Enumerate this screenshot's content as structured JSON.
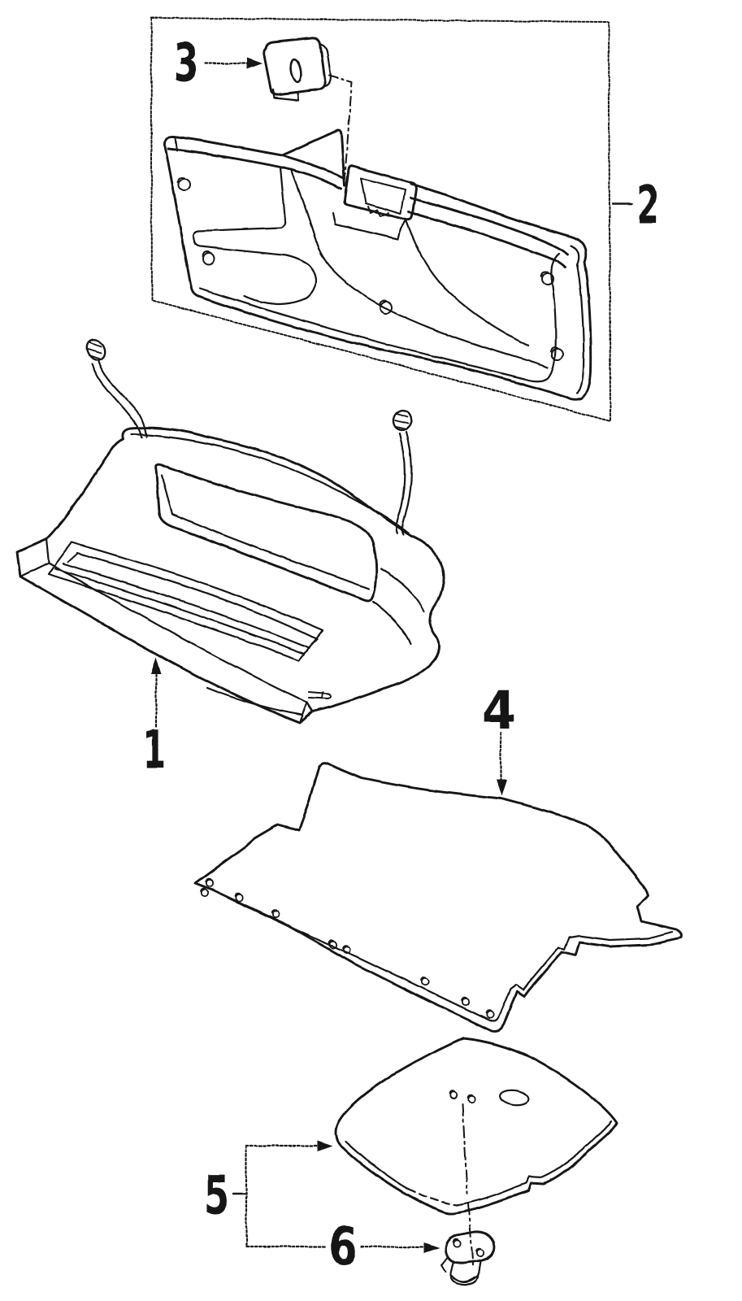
{
  "figure": {
    "type": "exploded-parts-diagram",
    "background_color": "#ffffff",
    "ink_color": "#131313",
    "callouts": [
      {
        "id": "1",
        "label": "1"
      },
      {
        "id": "2",
        "label": "2"
      },
      {
        "id": "3",
        "label": "3"
      },
      {
        "id": "4",
        "label": "4"
      },
      {
        "id": "5",
        "label": "5"
      },
      {
        "id": "6",
        "label": "6"
      }
    ]
  }
}
